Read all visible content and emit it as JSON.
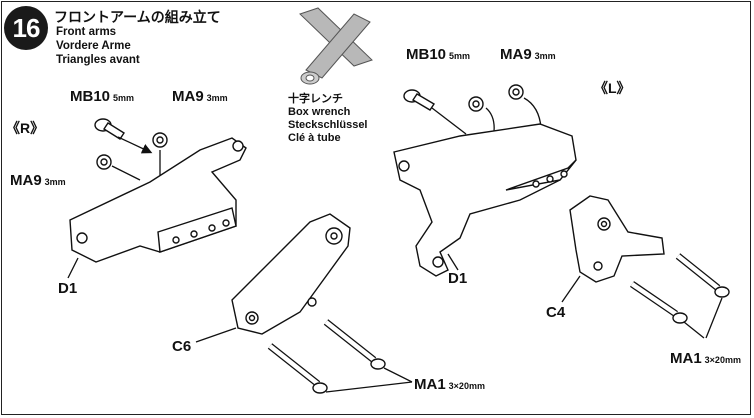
{
  "step": {
    "number": "16",
    "title_ja": "フロントアームの組み立て",
    "title_en": "Front arms",
    "title_de": "Vordere Arme",
    "title_fr": "Triangles avant"
  },
  "tool": {
    "label_ja": "十字レンチ",
    "label_en": "Box wrench",
    "label_de": "Steckschlüssel",
    "label_fr": "Clé à tube"
  },
  "right_side": {
    "side_label": "《R》",
    "mb10": {
      "code": "MB10",
      "size": "5mm"
    },
    "ma9_top": {
      "code": "MA9",
      "size": "3mm"
    },
    "ma9_left": {
      "code": "MA9",
      "size": "3mm"
    },
    "arm": "D1",
    "knuckle": "C6",
    "screws": {
      "code": "MA1",
      "size": "3×20mm"
    }
  },
  "left_side": {
    "side_label": "《L》",
    "mb10": {
      "code": "MB10",
      "size": "5mm"
    },
    "ma9": {
      "code": "MA9",
      "size": "3mm"
    },
    "arm": "D1",
    "knuckle": "C4",
    "screws": {
      "code": "MA1",
      "size": "3×20mm"
    }
  }
}
